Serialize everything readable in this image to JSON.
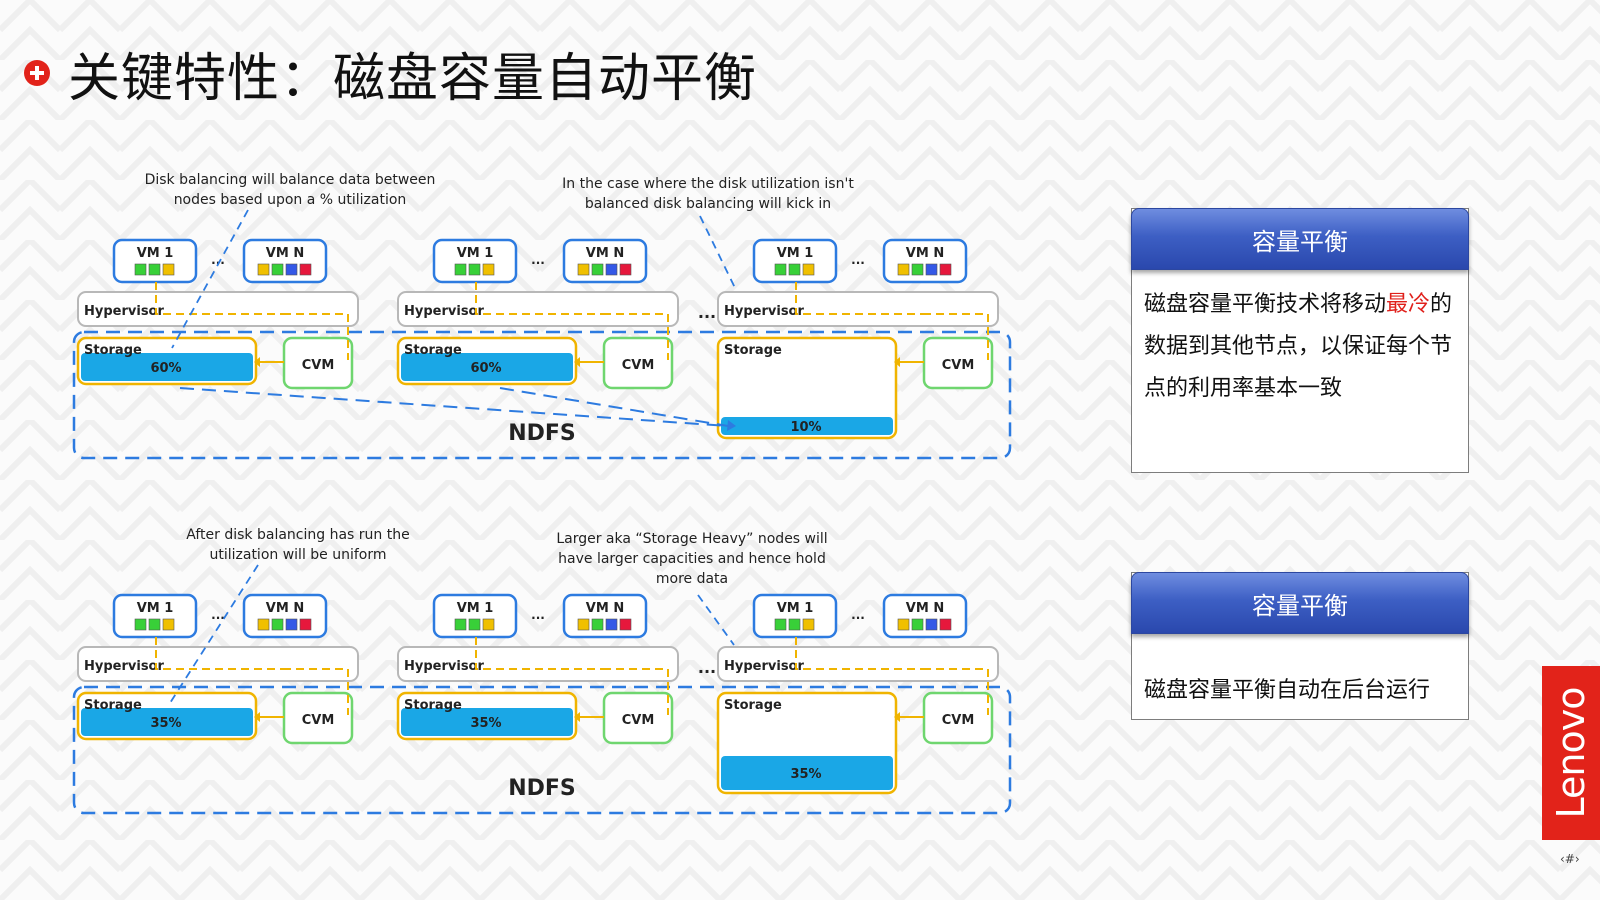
{
  "title": "关键特性：磁盘容量自动平衡",
  "brand": "Lenovo",
  "page_number": "‹#›",
  "colors": {
    "accent_red": "#e2231a",
    "node_border": "#f0b400",
    "vm_border": "#2d7be0",
    "cvm_border": "#6fd66f",
    "storage_fill": "#1aa7e6",
    "ndfs_border": "#2d7be0",
    "panel_header": "#3d5fc4"
  },
  "labels": {
    "vm1": "VM 1",
    "vmn": "VM N",
    "hypervisor": "Hypervisor",
    "storage": "Storage",
    "cvm": "CVM",
    "ellipsis": "...",
    "ndfs": "NDFS"
  },
  "diagram_top": {
    "annotation_left": [
      "Disk balancing will balance data between",
      "nodes based upon a % utilization"
    ],
    "annotation_right": [
      "In the case where the disk utilization isn't",
      "balanced disk balancing will kick in"
    ],
    "nodes": [
      {
        "storage_pct": "60%",
        "fill": 0.6
      },
      {
        "storage_pct": "60%",
        "fill": 0.6
      },
      {
        "storage_pct": "10%",
        "fill": 0.1
      }
    ]
  },
  "diagram_bottom": {
    "annotation_left": [
      "After disk balancing has run the",
      "utilization will be uniform"
    ],
    "annotation_right": [
      "Larger aka “Storage Heavy” nodes will",
      "have larger capacities and hence hold",
      "more data"
    ],
    "nodes": [
      {
        "storage_pct": "35%",
        "fill": 0.35
      },
      {
        "storage_pct": "35%",
        "fill": 0.35
      },
      {
        "storage_pct": "35%",
        "fill": 0.35
      }
    ]
  },
  "panels": [
    {
      "header": "容量平衡",
      "body_parts": [
        {
          "text": "磁盘容量平衡技术将移动",
          "highlight": false
        },
        {
          "text": "最冷",
          "highlight": true
        },
        {
          "text": "的数据到其他节点，以保证每个节点的利用率基本一致",
          "highlight": false
        }
      ]
    },
    {
      "header": "容量平衡",
      "body_parts": [
        {
          "text": "磁盘容量平衡自动在后台运行",
          "highlight": false
        }
      ]
    }
  ]
}
